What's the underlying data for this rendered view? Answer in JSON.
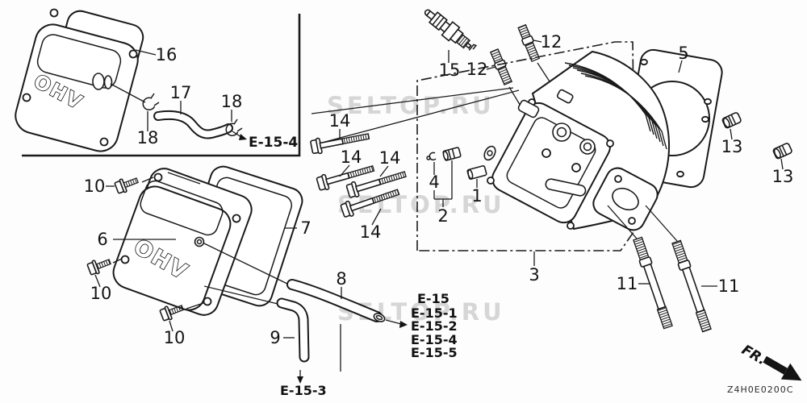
{
  "colors": {
    "line": "#1a1a1a",
    "background": "#fdfdfd",
    "watermark": "#d6d6d6"
  },
  "branding": {
    "watermark": "SELTOP.RU",
    "cover_text": "OHV"
  },
  "callouts": {
    "c16": "16",
    "c17": "17",
    "c18a": "18",
    "c18b": "18",
    "c15": "15",
    "c12a": "12",
    "c12b": "12",
    "c14a": "14",
    "c14b": "14",
    "c14c": "14",
    "c14d": "14",
    "c4": "4",
    "c2": "2",
    "c1": "1",
    "c3": "3",
    "c5": "5",
    "c13a": "13",
    "c13b": "13",
    "c6": "6",
    "c7": "7",
    "c10a": "10",
    "c10b": "10",
    "c10c": "10",
    "c8": "8",
    "c9": "9",
    "c11a": "11",
    "c11b": "11"
  },
  "refs": {
    "top": "E-15-4",
    "hose9": "E-15-3",
    "list": [
      "E-15",
      "E-15-1",
      "E-15-2",
      "E-15-4",
      "E-15-5"
    ]
  },
  "footer": {
    "code": "Z4H0E0200C",
    "direction": "FR."
  }
}
